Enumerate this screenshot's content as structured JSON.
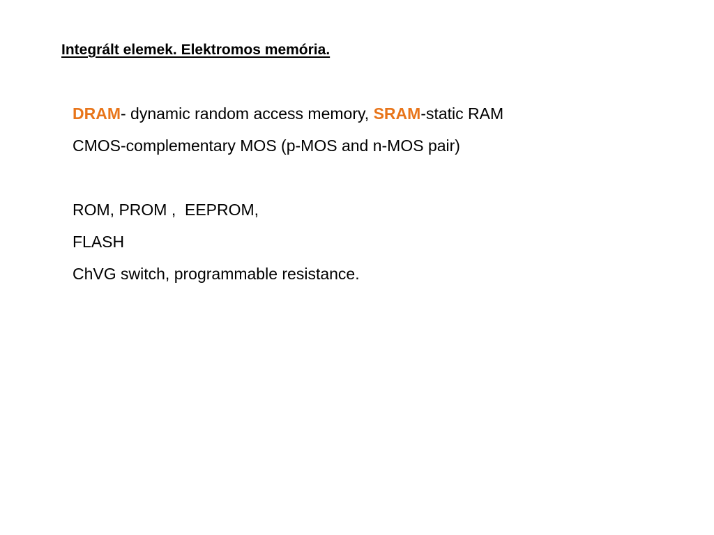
{
  "slide": {
    "title": "Integrált elemek. Elektromos memória.",
    "accent_color": "#e8751a",
    "line1": {
      "term1": "DRAM",
      "text1": "- dynamic random access memory, ",
      "term2": "SRAM",
      "text2": "-static RAM"
    },
    "line2": "CMOS-complementary MOS (p-MOS and n-MOS pair)",
    "line3": "ROM, PROM ,  EEPROM,",
    "line4": "FLASH",
    "line5": "ChVG switch, programmable resistance."
  }
}
